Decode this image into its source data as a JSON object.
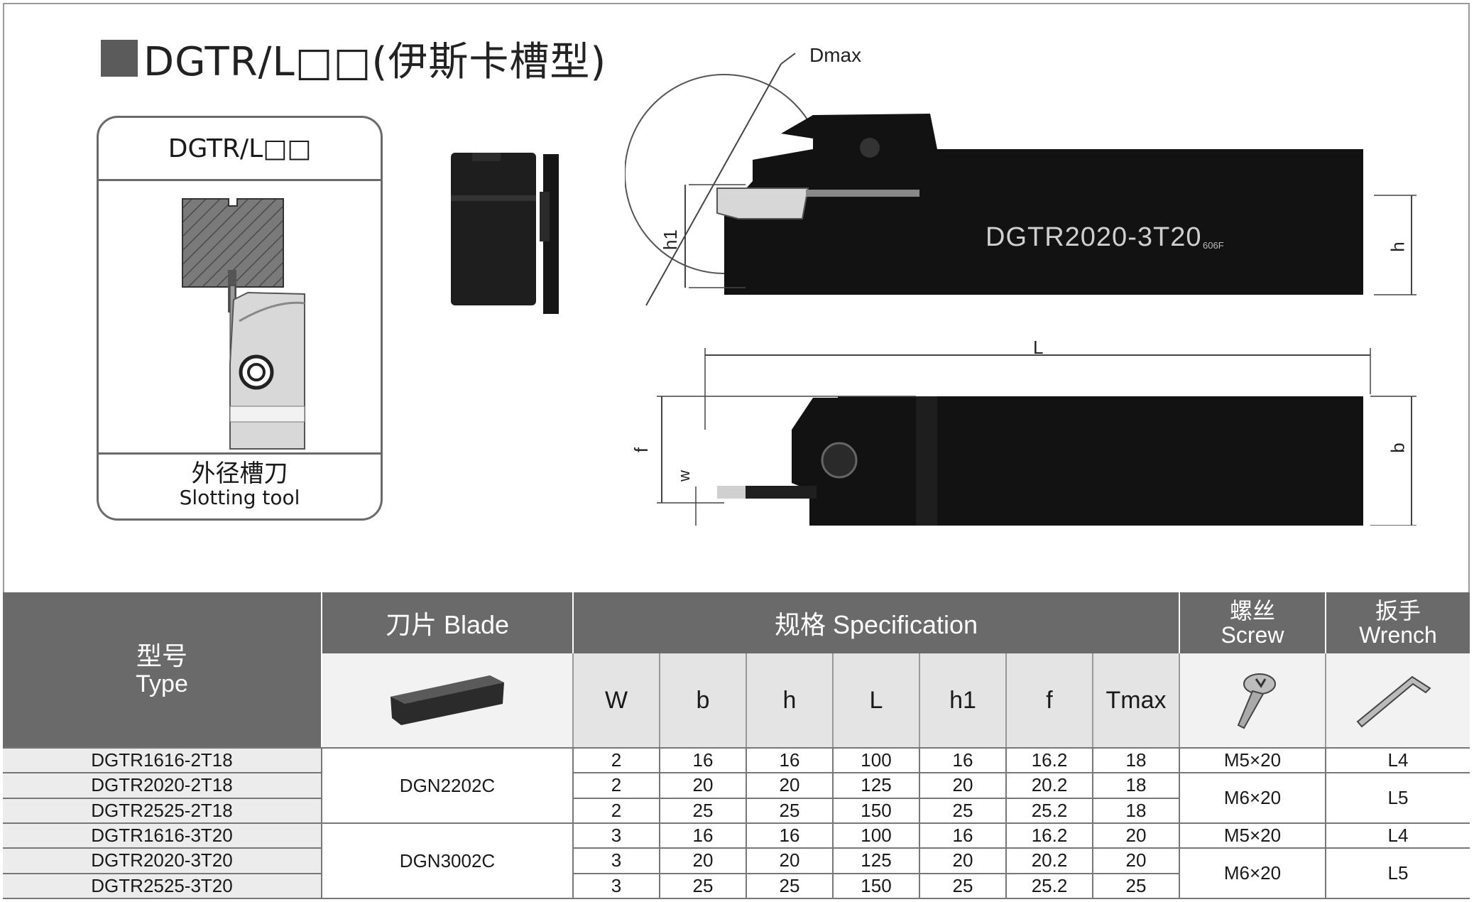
{
  "title": "DGTR/L□□(伊斯卡槽型)",
  "card": {
    "header": "DGTR/L□□",
    "caption_cn": "外径槽刀",
    "caption_en": "Slotting tool"
  },
  "drawing": {
    "model_marking": "DGTR2020-3T20",
    "small_marking": "606F",
    "dim_dmax": "Dmax",
    "dim_h1": "h1",
    "dim_h": "h",
    "dim_L": "L",
    "dim_f": "f",
    "dim_w": "w",
    "dim_b": "b"
  },
  "table": {
    "type_cn": "型号",
    "type_en": "Type",
    "blade_header": "刀片 Blade",
    "spec_header": "规格 Specification",
    "screw_cn": "螺丝",
    "screw_en": "Screw",
    "wrench_cn": "扳手",
    "wrench_en": "Wrench",
    "spec_columns": [
      "W",
      "b",
      "h",
      "L",
      "h1",
      "f",
      "Tmax"
    ],
    "rows": [
      {
        "type": "DGTR1616-2T18",
        "W": "2",
        "b": "16",
        "h": "16",
        "L": "100",
        "h1": "16",
        "f": "16.2",
        "Tmax": "18"
      },
      {
        "type": "DGTR2020-2T18",
        "W": "2",
        "b": "20",
        "h": "20",
        "L": "125",
        "h1": "20",
        "f": "20.2",
        "Tmax": "18"
      },
      {
        "type": "DGTR2525-2T18",
        "W": "2",
        "b": "25",
        "h": "25",
        "L": "150",
        "h1": "25",
        "f": "25.2",
        "Tmax": "18"
      },
      {
        "type": "DGTR1616-3T20",
        "W": "3",
        "b": "16",
        "h": "16",
        "L": "100",
        "h1": "16",
        "f": "16.2",
        "Tmax": "20"
      },
      {
        "type": "DGTR2020-3T20",
        "W": "3",
        "b": "20",
        "h": "20",
        "L": "125",
        "h1": "20",
        "f": "20.2",
        "Tmax": "20"
      },
      {
        "type": "DGTR2525-3T20",
        "W": "3",
        "b": "25",
        "h": "25",
        "L": "150",
        "h1": "25",
        "f": "25.2",
        "Tmax": "25"
      }
    ],
    "blades": [
      "DGN2202C",
      "DGN3002C"
    ],
    "screws": [
      "M5×20",
      "M6×20",
      "M5×20",
      "M6×20"
    ],
    "wrenches": [
      "L4",
      "L5",
      "L4",
      "L5"
    ]
  }
}
